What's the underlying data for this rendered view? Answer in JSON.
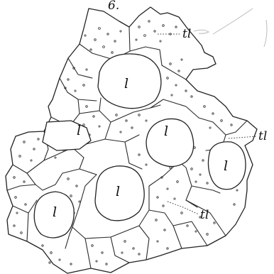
{
  "figure": {
    "number": "6.",
    "labels": {
      "lumen": "l",
      "thickened_wall": "tl"
    }
  }
}
